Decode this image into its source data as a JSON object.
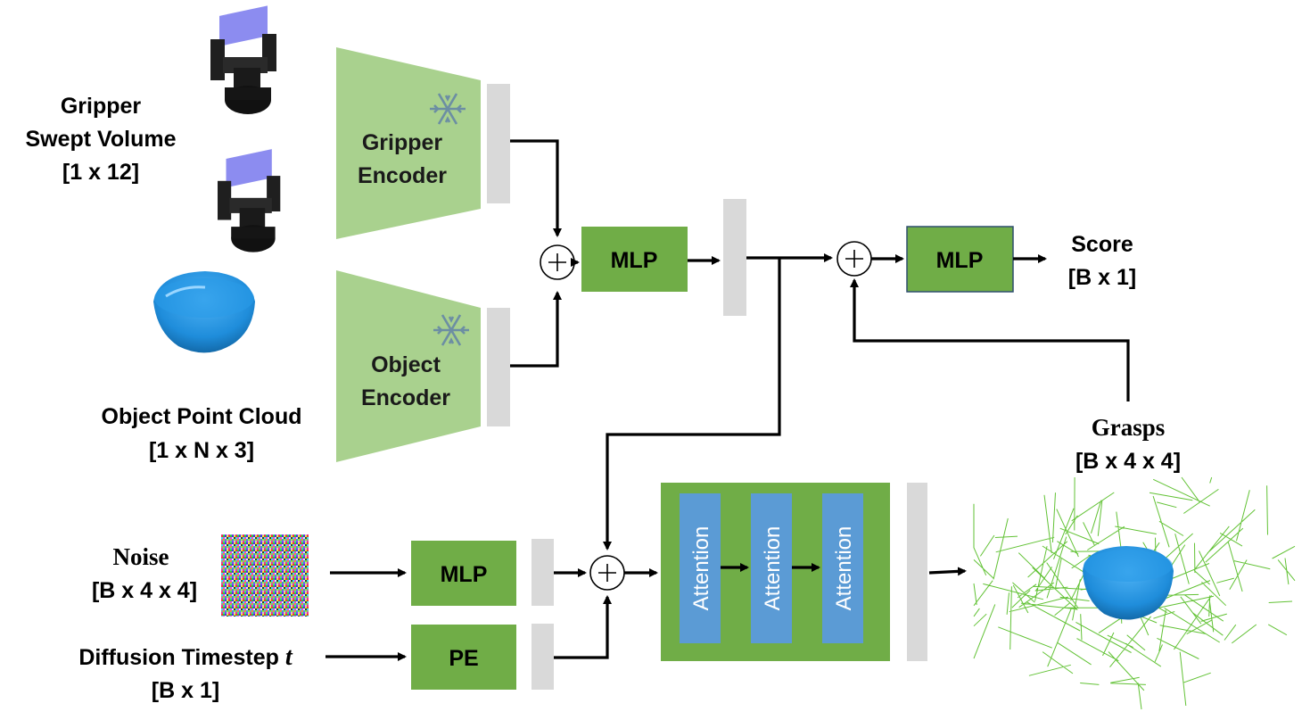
{
  "inputs": {
    "gripper": {
      "line1": "Gripper",
      "line2": "Swept Volume",
      "line3": "[1 x 12]"
    },
    "object": {
      "line1": "Object Point Cloud",
      "line2": "[1 x N x 3]"
    },
    "noise": {
      "line1": "Noise",
      "line2": "[B x 4 x 4]"
    },
    "timestep": {
      "line1_a": "Diffusion Timestep ",
      "line1_b": "t",
      "line2": "[B x 1]"
    }
  },
  "encoders": {
    "gripper": {
      "line1": "Gripper",
      "line2": "Encoder",
      "frozen_icon": "snowflake-icon"
    },
    "object": {
      "line1": "Object",
      "line2": "Encoder",
      "frozen_icon": "snowflake-icon"
    }
  },
  "blocks": {
    "mlp_fusion": "MLP",
    "mlp_score": "MLP",
    "mlp_noise": "MLP",
    "pe": "PE",
    "attention": [
      "Attention",
      "Attention",
      "Attention"
    ]
  },
  "outputs": {
    "score": {
      "line1": "Score",
      "line2": "[B x 1]"
    },
    "grasps": {
      "line1": "Grasps",
      "line2": "[B x 4 x 4]"
    }
  },
  "colors": {
    "encoder_fill": "#a9d18e",
    "block_fill": "#70ad47",
    "attention_fill": "#5b9bd5",
    "feature_bar": "#d9d9d9",
    "bowl": "#1f8ddb",
    "gripper_body": "#1f1f1f",
    "gripper_pad": "#8c8cf0",
    "grasp_lines": "#62c235"
  }
}
